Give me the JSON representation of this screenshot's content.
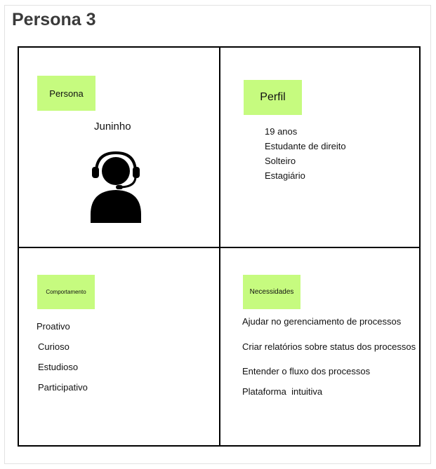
{
  "title": "Persona 3",
  "colors": {
    "sticky": "#c6fb7f",
    "border": "#000000"
  },
  "persona": {
    "label": "Persona",
    "name": "Juninho",
    "icon": "person-headset-icon"
  },
  "perfil": {
    "label": "Perfil",
    "items": [
      "19 anos",
      "Estudante de direito",
      "Solteiro",
      "Estagiário"
    ]
  },
  "comportamento": {
    "label": "Comportamento",
    "items": [
      "Proativo",
      "Curioso",
      "Estudioso",
      "Participativo"
    ]
  },
  "necessidades": {
    "label": "Necessidades",
    "items": [
      "Ajudar no gerenciamento de processos",
      "Criar relatórios sobre status dos processos",
      "Entender o fluxo dos processos",
      "Plataforma  intuitiva"
    ]
  }
}
